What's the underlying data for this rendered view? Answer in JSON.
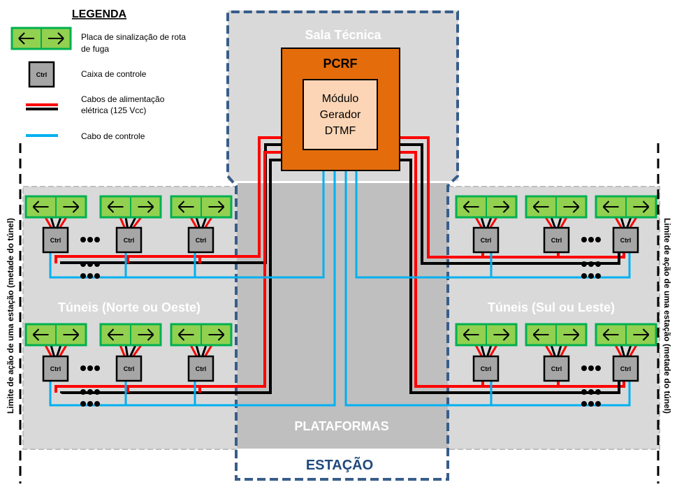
{
  "legend": {
    "title": "LEGENDA",
    "items": [
      {
        "icon": "escape-sign-icon",
        "label_lines": [
          "Placa de sinalização de rota",
          "de fuga"
        ]
      },
      {
        "icon": "control-box-icon",
        "icon_text": "Ctrl",
        "label_lines": [
          "Caixa de controle"
        ]
      },
      {
        "icon": "power-cable-icon",
        "label_lines": [
          "Cabos de alimentação",
          "elétrica (125 Vcc)"
        ]
      },
      {
        "icon": "control-cable-icon",
        "label_lines": [
          "Cabo de controle"
        ]
      }
    ]
  },
  "zones": {
    "tech_room": "Sala Técnica",
    "platforms": "PLATAFORMAS",
    "station": "ESTAÇÃO",
    "tunnels_left": "Túneis (Norte ou Oeste)",
    "tunnels_right": "Túneis (Sul ou Leste)"
  },
  "pcrf": {
    "title": "PCRF",
    "module_lines": [
      "Módulo",
      "Gerador",
      "DTMF"
    ]
  },
  "box_label": "Ctrl",
  "boundary_label": "Limite de ação de uma estação (metade do túnel)",
  "colors": {
    "pcrf": "#e46c0a",
    "module": "#fbd5b5",
    "sign_fill": "#92d050",
    "sign_border": "#00b050",
    "power_red": "#ff0000",
    "power_black": "#000000",
    "control_blue": "#00b0f0",
    "station_border": "#385d8a",
    "tunnel_zone": "#d9d9d9",
    "platform_zone": "#bfbfbf",
    "zone_text": "#ffffff",
    "station_text": "#1f497d"
  }
}
